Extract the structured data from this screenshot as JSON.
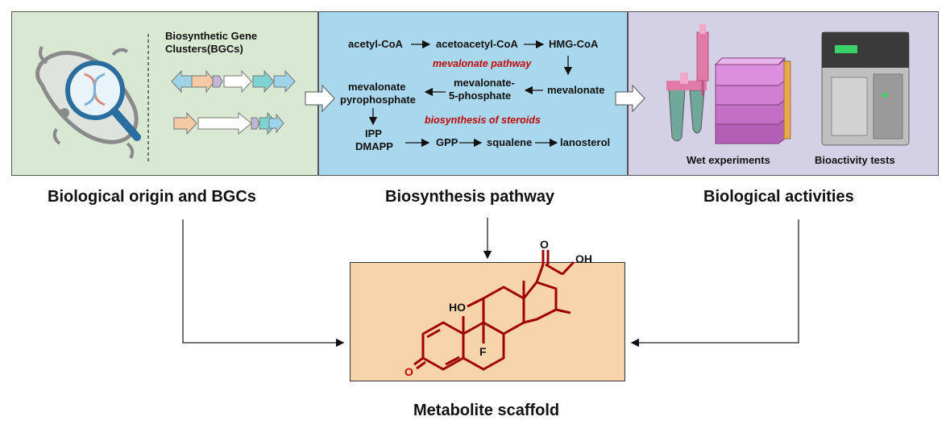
{
  "panel_origin": {
    "bgc_title": [
      "Biosynthetic Gene",
      "Clusters(BGCs)"
    ],
    "caption": "Biological origin and BGCs"
  },
  "panel_pathway": {
    "row1": [
      "acetyl-CoA",
      "acetoacetyl-CoA",
      "HMG-CoA"
    ],
    "pathway_label_1": "mevalonate pathway",
    "row2_left": [
      "mevalonate",
      "pyrophosphate"
    ],
    "row2_mid": [
      "mevalonate-",
      "5-phosphate"
    ],
    "row2_right": "mevalonate",
    "pathway_label_2": "biosynthesis of steroids",
    "row3_left": [
      "IPP",
      "DMAPP"
    ],
    "row3": [
      "GPP",
      "squalene",
      "lanosterol"
    ],
    "caption": "Biosynthesis pathway"
  },
  "panel_activity": {
    "wet_label": "Wet experiments",
    "bioactivity_label": "Bioactivity tests",
    "caption": "Biological activities"
  },
  "scaffold": {
    "atoms": {
      "ho": "HO",
      "o_top": "O",
      "oh": "OH",
      "f": "F",
      "o_ketone": "O"
    },
    "caption": "Metabolite scaffold"
  },
  "colors": {
    "panel_origin_bg": "#d8e8d2",
    "panel_pathway_bg": "#a9d7ee",
    "panel_activity_bg": "#d4d1e6",
    "scaffold_bg": "#f7d4aa",
    "molecule": "#a00000",
    "pathway_highlight": "#c00000"
  }
}
